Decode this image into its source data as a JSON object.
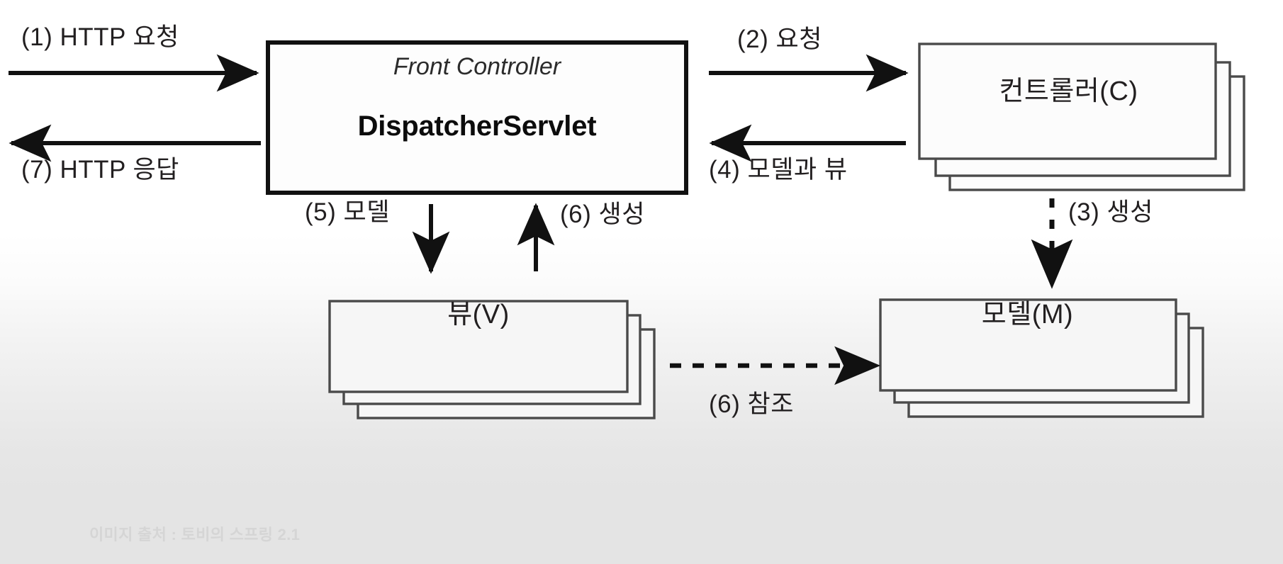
{
  "diagram": {
    "title": "Spring MVC DispatcherServlet request flow",
    "boxes": {
      "front_controller": {
        "subtitle": "Front Controller",
        "title": "DispatcherServlet"
      },
      "controller": {
        "label": "컨트롤러(C)"
      },
      "view": {
        "label": "뷰(V)"
      },
      "model": {
        "label": "모델(M)"
      }
    },
    "flows": {
      "step1": "(1) HTTP 요청",
      "step7": "(7) HTTP 응답",
      "step2": "(2) 요청",
      "step4": "(4) 모델과 뷰",
      "step5": "(5) 모델",
      "step6_create": "(6) 생성",
      "step3": "(3) 생성",
      "step6_ref": "(6) 참조"
    },
    "footer": {
      "credit": "이미지 출처 : 토비의 스프링 2.1"
    },
    "colors": {
      "ink": "#221f20",
      "strong_border": "#111111",
      "soft_border": "#4a4a4a",
      "background_top": "#ffffff",
      "background_bottom": "#e4e4e4",
      "footer_text": "#d5d5d5"
    }
  }
}
